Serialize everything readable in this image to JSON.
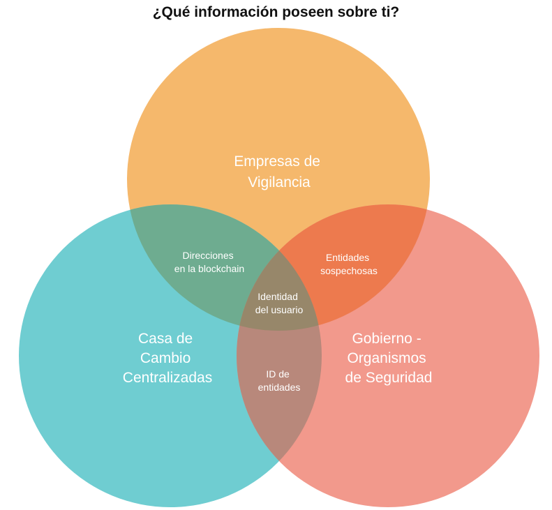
{
  "title": "¿Qué información poseen sobre ti?",
  "colors": {
    "top": "#f5b86c",
    "left": "#6fcdd1",
    "right": "#f2998c",
    "top_left": "#6eac90",
    "top_right": "#ed7a4e",
    "left_right": "#b8887b",
    "center": "#97876a"
  },
  "sets": {
    "top": [
      "Empresas de",
      "Vigilancia"
    ],
    "left": [
      "Casa de",
      "Cambio",
      "Centralizadas"
    ],
    "right": [
      "Gobierno -",
      "Organismos",
      "de Seguridad"
    ]
  },
  "intersections": {
    "top_left": [
      "Direcciones",
      "en la blockchain"
    ],
    "top_right": [
      "Entidades",
      "sospechosas"
    ],
    "left_right": [
      "ID de",
      "entidades"
    ],
    "center": [
      "Identidad",
      "del usuario"
    ]
  }
}
